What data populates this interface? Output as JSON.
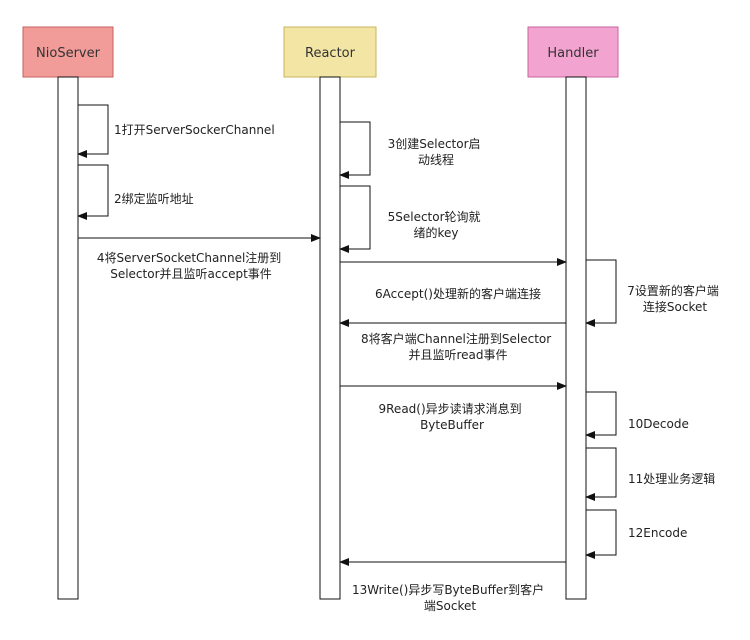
{
  "colors": {
    "nioserver_fill": "#f19c99",
    "nioserver_stroke": "#c7605e",
    "reactor_fill": "#f3e6a4",
    "reactor_stroke": "#c9b45b",
    "handler_fill": "#f2a3cf",
    "handler_stroke": "#c564a0",
    "line": "#111111"
  },
  "actors": {
    "nioserver": "NioServer",
    "reactor": "Reactor",
    "handler": "Handler"
  },
  "messages": {
    "m1": "1打开ServerSockerChannel",
    "m2": "2绑定监听地址",
    "m3": [
      "3创建Selector启",
      "动线程"
    ],
    "m4": [
      "4将ServerSocketChannel注册到",
      "Selector并且监听accept事件"
    ],
    "m5": [
      "5Selector轮询就",
      "绪的key"
    ],
    "m6": "6Accept()处理新的客户端连接",
    "m7": [
      "7设置新的客户端",
      "连接Socket"
    ],
    "m8": [
      "8将客户端Channel注册到Selector",
      "并且监听read事件"
    ],
    "m9": [
      "9Read()异步读请求消息到",
      "ByteBuffer"
    ],
    "m10": "10Decode",
    "m11": "11处理业务逻辑",
    "m12": "12Encode",
    "m13": [
      "13Write()异步写ByteBuffer到客户",
      "端Socket"
    ]
  }
}
